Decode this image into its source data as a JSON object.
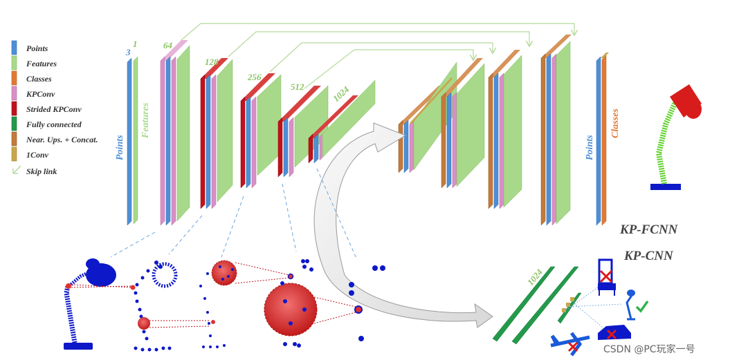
{
  "legend": {
    "items": [
      {
        "label": "Points",
        "color": "#4f8fd6"
      },
      {
        "label": "Features",
        "color": "#a8d98a"
      },
      {
        "label": "Classes",
        "color": "#e27a34"
      },
      {
        "label": "KPConv",
        "color": "#d98fc6"
      },
      {
        "label": "Strided KPConv",
        "color": "#c0121b"
      },
      {
        "label": "Fully connected",
        "color": "#239a4a"
      },
      {
        "label": "Near. Ups. + Concat.",
        "color": "#c37a3a"
      },
      {
        "label": "1Conv",
        "color": "#c9a64c"
      },
      {
        "label": "Skip link",
        "color": "#b5d99a"
      }
    ]
  },
  "encoder": {
    "dims": [
      "3",
      "1",
      "64",
      "128",
      "256",
      "512",
      "1024"
    ],
    "input_labels": {
      "points": "Points",
      "features": "Features"
    }
  },
  "decoder": {
    "output_labels": {
      "points": "Points",
      "classes": "Classes"
    }
  },
  "network_labels": {
    "fcnn": "KP-FCNN",
    "cnn": "KP-CNN",
    "cnn_dim": "1024"
  },
  "watermark": "CSDN @PC玩家一号",
  "colors": {
    "points": "#4f8fd6",
    "features": "#a8d98a",
    "classes": "#e27a34",
    "kpconv": "#d98fc6",
    "strided": "#c0121b",
    "fc": "#239a4a",
    "upsample": "#c37a3a",
    "conv1": "#c9a64c",
    "cloud_blue": "#0d18c8",
    "ball_red": "#e03030",
    "lamp_green": "#5ed12a",
    "check_green": "#33b24a",
    "cross_red": "#e01818"
  }
}
